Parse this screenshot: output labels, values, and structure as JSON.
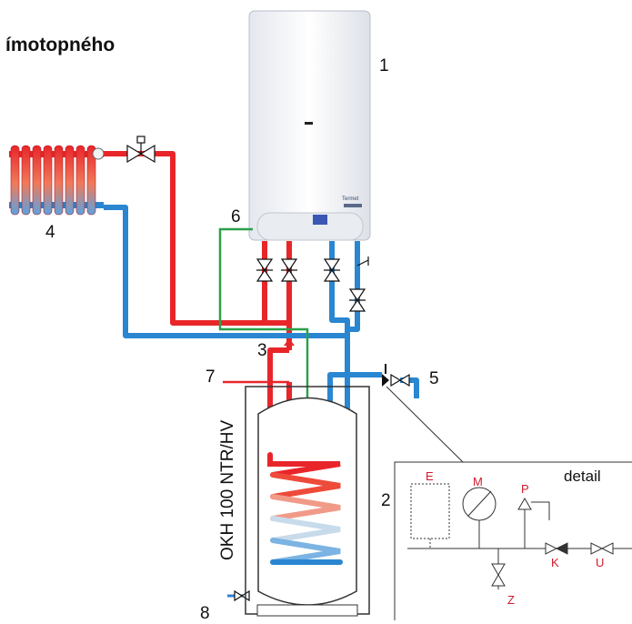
{
  "title": "ímotopného",
  "tank_label": "OKH 100 NTR/HV",
  "detail_title": "detail",
  "callouts": {
    "boiler": "1",
    "tank": "2",
    "valve": "3",
    "radiator": "4",
    "outlet": "5",
    "green_line": "6",
    "cold_inlet": "7",
    "drain": "8"
  },
  "detail_letters": {
    "E": "E",
    "M": "M",
    "P": "P",
    "K": "K",
    "U": "U",
    "Z": "Z"
  },
  "boiler_brand": "Termet",
  "colors": {
    "hot": "#e8262a",
    "cold": "#2a86d1",
    "control": "#2ca04a",
    "detail_letters": "#d11a2a"
  }
}
